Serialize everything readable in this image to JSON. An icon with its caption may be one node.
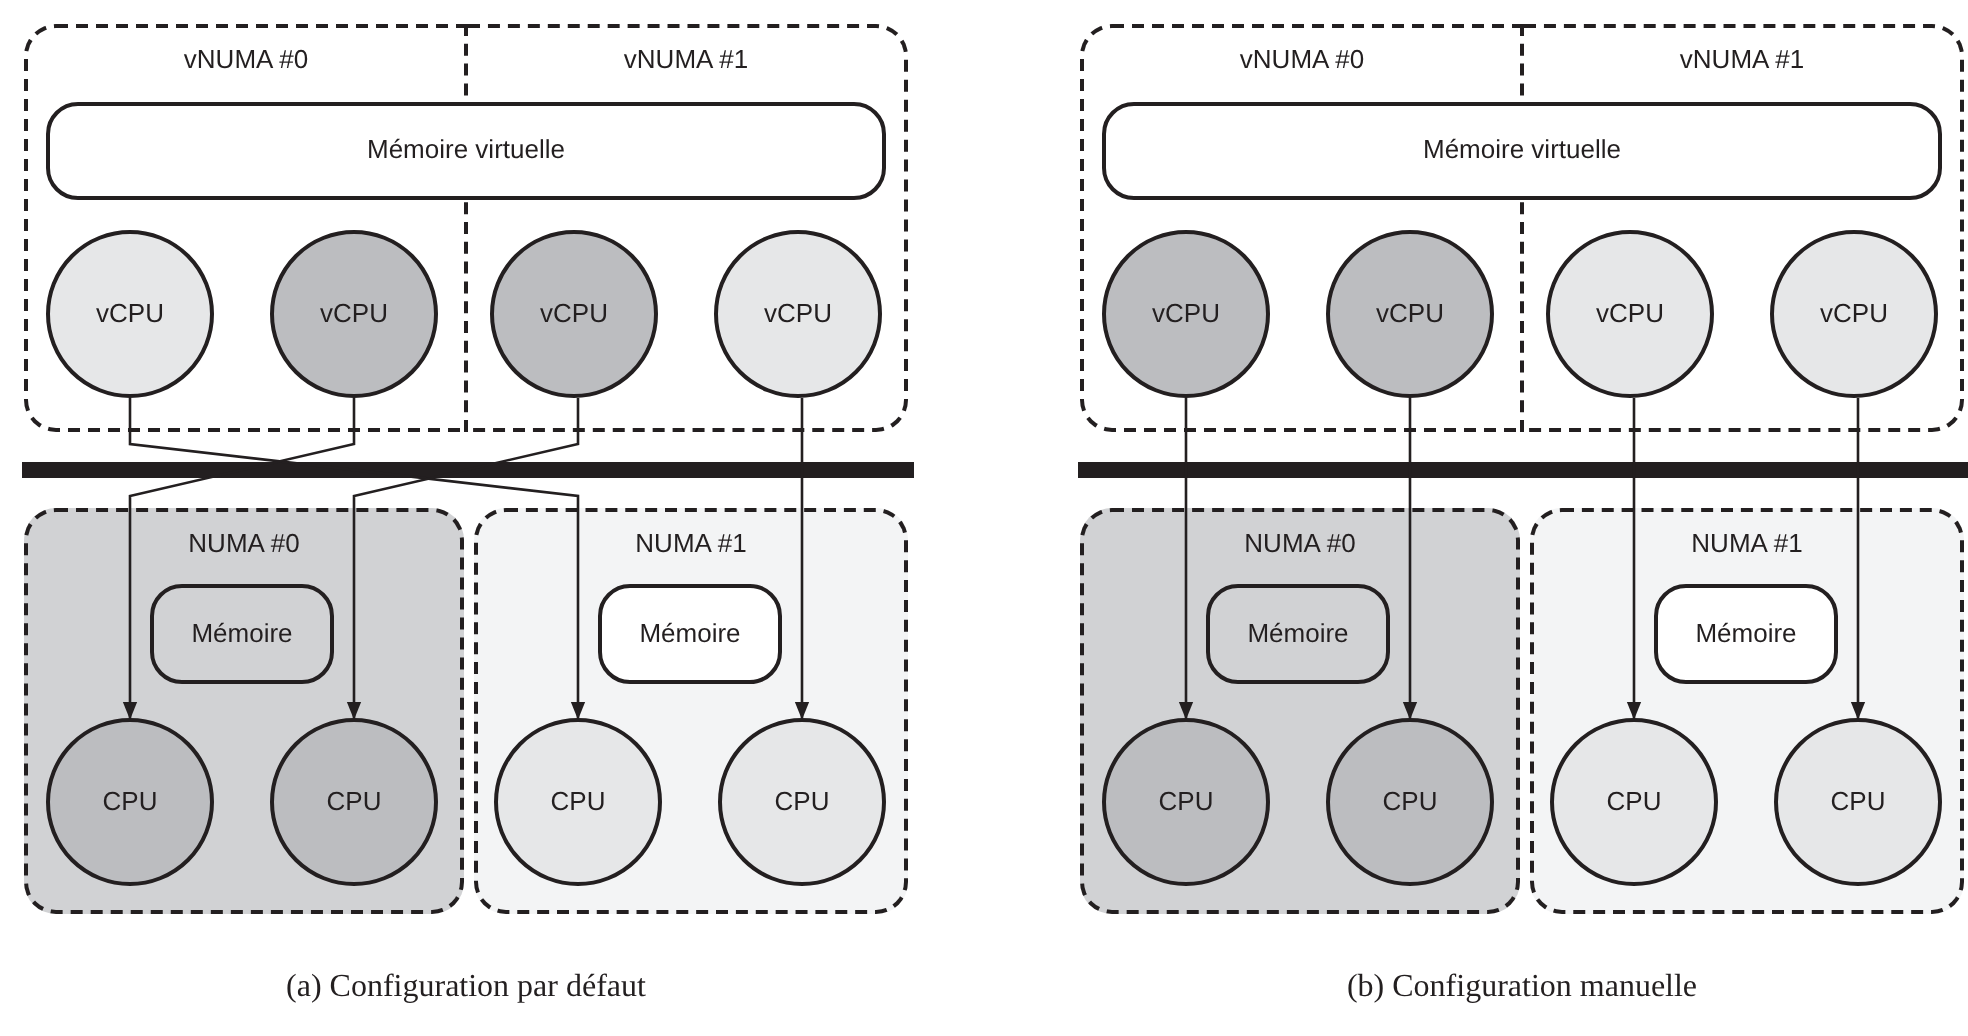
{
  "diagram": {
    "nodes": [
      {
        "text": [
          "vNUMA #0"
        ]
      },
      {
        "text": [
          "vNUMA #1"
        ]
      },
      {
        "text": [
          "Mémoire virtuelle"
        ]
      },
      {
        "text": [
          "vCPU"
        ],
        "in": 0
      },
      {
        "text": [
          "vCPU"
        ],
        "in": 0
      },
      {
        "text": [
          "vCPU"
        ],
        "in": 1
      },
      {
        "text": [
          "vCPU"
        ],
        "in": 1
      },
      {
        "text": [
          "NUMA #0"
        ]
      },
      {
        "text": [
          "Mémoire"
        ],
        "in": 7
      },
      {
        "text": [
          "CPU"
        ],
        "in": 7
      },
      {
        "text": [
          "CPU"
        ],
        "in": 7
      },
      {
        "text": [
          "NUMA #1"
        ]
      },
      {
        "text": [
          "Mémoire"
        ],
        "in": 11
      },
      {
        "text": [
          "CPU"
        ],
        "in": 11
      },
      {
        "text": [
          "CPU"
        ],
        "in": 11
      },
      {
        "text": [
          "vNUMA #0"
        ]
      },
      {
        "text": [
          "vNUMA #1"
        ]
      },
      {
        "text": [
          "Mémoire virtuelle"
        ]
      },
      {
        "text": [
          "vCPU"
        ],
        "in": 15
      },
      {
        "text": [
          "vCPU"
        ],
        "in": 15
      },
      {
        "text": [
          "vCPU"
        ],
        "in": 16
      },
      {
        "text": [
          "vCPU"
        ],
        "in": 16
      },
      {
        "text": [
          "NUMA #0"
        ]
      },
      {
        "text": [
          "Mémoire"
        ],
        "in": 22
      },
      {
        "text": [
          "CPU"
        ],
        "in": 22
      },
      {
        "text": [
          "CPU"
        ],
        "in": 22
      },
      {
        "text": [
          "NUMA #1"
        ]
      },
      {
        "text": [
          "Mémoire"
        ],
        "in": 26
      },
      {
        "text": [
          "CPU"
        ],
        "in": 26
      },
      {
        "text": [
          "CPU"
        ],
        "in": 26
      }
    ],
    "edges": [
      {
        "from": 3,
        "to": 13,
        "arrow": "to"
      },
      {
        "from": 4,
        "to": 9,
        "arrow": "to"
      },
      {
        "from": 5,
        "to": 10,
        "arrow": "to"
      },
      {
        "from": 6,
        "to": 14,
        "arrow": "to"
      },
      {
        "from": 18,
        "to": 24,
        "arrow": "to"
      },
      {
        "from": 19,
        "to": 25,
        "arrow": "to"
      },
      {
        "from": 20,
        "to": 28,
        "arrow": "to"
      },
      {
        "from": 21,
        "to": 29,
        "arrow": "to"
      }
    ],
    "labels": [
      "(a) Configuration par défaut",
      "(b) Configuration manuelle"
    ]
  }
}
